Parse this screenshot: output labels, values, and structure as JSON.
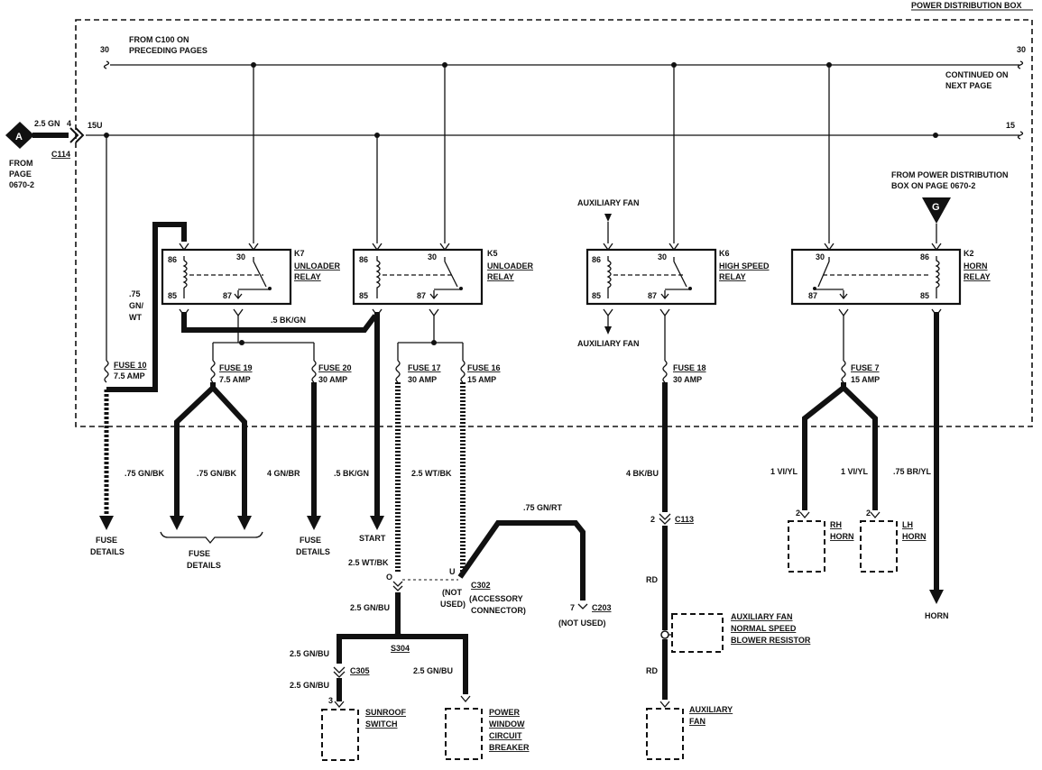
{
  "title": "POWER DISTRIBUTION BOX",
  "bus30": {
    "left": "30",
    "right": "30",
    "source": [
      "FROM C100 ON",
      "PRECEDING PAGES"
    ],
    "continued": [
      "CONTINUED ON",
      "NEXT PAGE"
    ]
  },
  "bus15": {
    "left": "15U",
    "right": "15"
  },
  "input_a": {
    "letter": "A",
    "wire": "2.5 GN",
    "pin": "4",
    "connector": "C114",
    "from": [
      "FROM",
      "PAGE",
      "0670-2"
    ]
  },
  "input_g": {
    "letter": "G",
    "from": [
      "FROM POWER DISTRIBUTION",
      "BOX ON PAGE 0670-2"
    ]
  },
  "relays": [
    {
      "id": "K7",
      "name": [
        "UNLOADER",
        "RELAY"
      ],
      "pins": [
        "86",
        "85",
        "30",
        "87"
      ]
    },
    {
      "id": "K5",
      "name": [
        "UNLOADER",
        "RELAY"
      ],
      "pins": [
        "86",
        "85",
        "30",
        "87"
      ]
    },
    {
      "id": "K6",
      "name": [
        "HIGH SPEED",
        "RELAY"
      ],
      "pins": [
        "86",
        "85",
        "30",
        "87"
      ]
    },
    {
      "id": "K2",
      "name": [
        "HORN",
        "RELAY"
      ],
      "pins": [
        "86",
        "85",
        "30",
        "87"
      ]
    }
  ],
  "fuses": [
    {
      "name": "FUSE 10",
      "rating": "7.5 AMP"
    },
    {
      "name": "FUSE 19",
      "rating": "7.5 AMP"
    },
    {
      "name": "FUSE 20",
      "rating": "30 AMP"
    },
    {
      "name": "FUSE 17",
      "rating": "30 AMP"
    },
    {
      "name": "FUSE 16",
      "rating": "15 AMP"
    },
    {
      "name": "FUSE 18",
      "rating": "30 AMP"
    },
    {
      "name": "FUSE 7",
      "rating": "15 AMP"
    }
  ],
  "wires": {
    "w_k7_coil": [
      ".75",
      "GN/",
      "WT"
    ],
    "w_bkgn": ".5 BK/GN",
    "w_f19a": ".75 GN/BK",
    "w_f19b": ".75 GN/BK",
    "w_f20": "4 GN/BR",
    "w_start": ".5 BK/GN",
    "w_f16": "2.5 WT/BK",
    "w_f17": "2.5 WT/BK",
    "w_gnrt": ".75 GN/RT",
    "w_gnbu1": "2.5 GN/BU",
    "w_gnbu2": "2.5 GN/BU",
    "w_gnbu3": "2.5 GN/BU",
    "w_gnbu4": "2.5 GN/BU",
    "w_f18": "4 BK/BU",
    "w_rd1": "RD",
    "w_rd2": "RD",
    "w_f7a": "1 VI/YL",
    "w_f7b": "1 VI/YL",
    "w_horn": ".75 BR/YL"
  },
  "labels": {
    "fuse_details_1": [
      "FUSE",
      "DETAILS"
    ],
    "fuse_details_2": [
      "FUSE",
      "DETAILS"
    ],
    "fuse_details_3": [
      "FUSE",
      "DETAILS"
    ],
    "start": "START",
    "aux_fan_top": "AUXILIARY FAN",
    "aux_fan_bottom": "AUXILIARY FAN",
    "horn": "HORN",
    "c302_pin_o": "O",
    "c302_pin_u": "U",
    "c302": "C302",
    "not_used_1": [
      "(NOT",
      "USED)"
    ],
    "accessory": [
      "(ACCESSORY",
      "CONNECTOR)"
    ],
    "c203_pin": "7",
    "c203": "C203",
    "not_used_2": "(NOT USED)",
    "s304": "S304",
    "c305": "C305",
    "c305_pin": "3",
    "c113": "C113",
    "c113_pin": "2",
    "sunroof": [
      "SUNROOF",
      "SWITCH"
    ],
    "power_window": [
      "POWER",
      "WINDOW",
      "CIRCUIT",
      "BREAKER"
    ],
    "resistor": [
      "AUXILIARY FAN",
      "NORMAL SPEED",
      "BLOWER RESISTOR"
    ],
    "aux_fan": [
      "AUXILIARY",
      "FAN"
    ],
    "rh_horn": [
      "RH",
      "HORN"
    ],
    "lh_horn": [
      "LH",
      "HORN"
    ],
    "rh_pin": "2",
    "lh_pin": "2"
  }
}
